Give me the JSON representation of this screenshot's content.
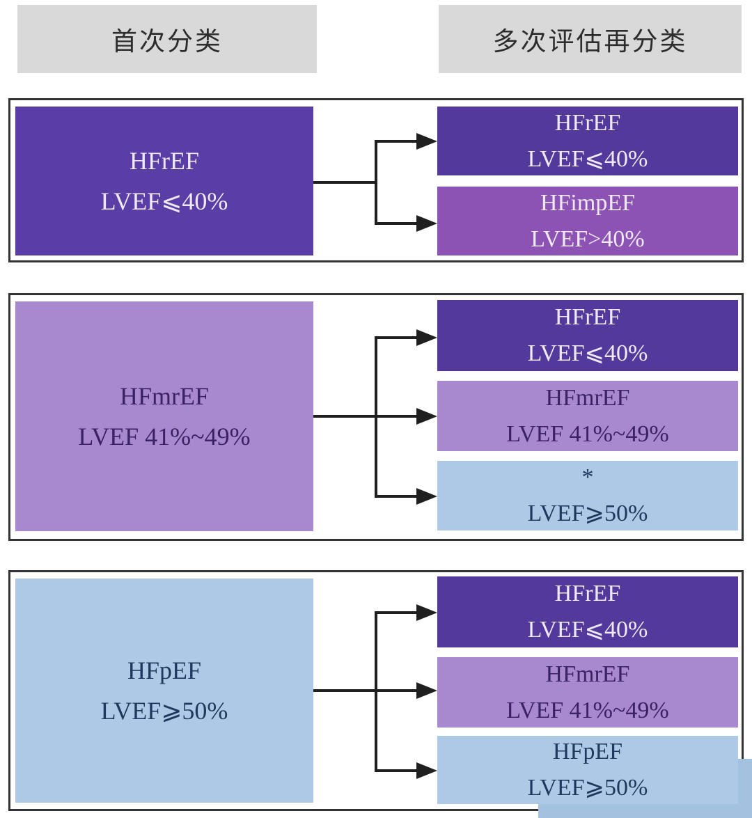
{
  "headers": {
    "first_label": "首次分类",
    "reassess_label": "多次评估再分类"
  },
  "colors": {
    "header-gray": "#d9d9d9",
    "header-text": "#2d2d2d",
    "frame-border": "#333333",
    "arrow-black": "#1f1f1f",
    "dark-purple": "#5a3da5",
    "right-dark-purple": "#53399c",
    "medium-purple": "#8d53b4",
    "light-purple": "#a888ce",
    "light-blue": "#adc9e6",
    "overlay-blue": "#a2c2e0",
    "text-on-dark": "#efe9f6",
    "text-dark-purple": "#3a2263",
    "text-navy": "#1d3a5e"
  },
  "sections": [
    {
      "name": "hfref-row",
      "source": {
        "title": "HFrEF",
        "subtitle": "LVEF⩽40%"
      },
      "targets": [
        {
          "title": "HFrEF",
          "subtitle": "LVEF⩽40%"
        },
        {
          "title": "HFimpEF",
          "subtitle": "LVEF>40%"
        }
      ]
    },
    {
      "name": "hfmref-row",
      "source": {
        "title": "HFmrEF",
        "subtitle": "LVEF 41%~49%"
      },
      "targets": [
        {
          "title": "HFrEF",
          "subtitle": "LVEF⩽40%"
        },
        {
          "title": "HFmrEF",
          "subtitle": "LVEF 41%~49%"
        },
        {
          "title": "*",
          "subtitle": "LVEF⩾50%"
        }
      ]
    },
    {
      "name": "hfpef-row",
      "source": {
        "title": "HFpEF",
        "subtitle": "LVEF⩾50%"
      },
      "targets": [
        {
          "title": "HFrEF",
          "subtitle": "LVEF⩽40%"
        },
        {
          "title": "HFmrEF",
          "subtitle": "LVEF 41%~49%"
        },
        {
          "title": "HFpEF",
          "subtitle": "LVEF⩾50%"
        }
      ]
    }
  ]
}
